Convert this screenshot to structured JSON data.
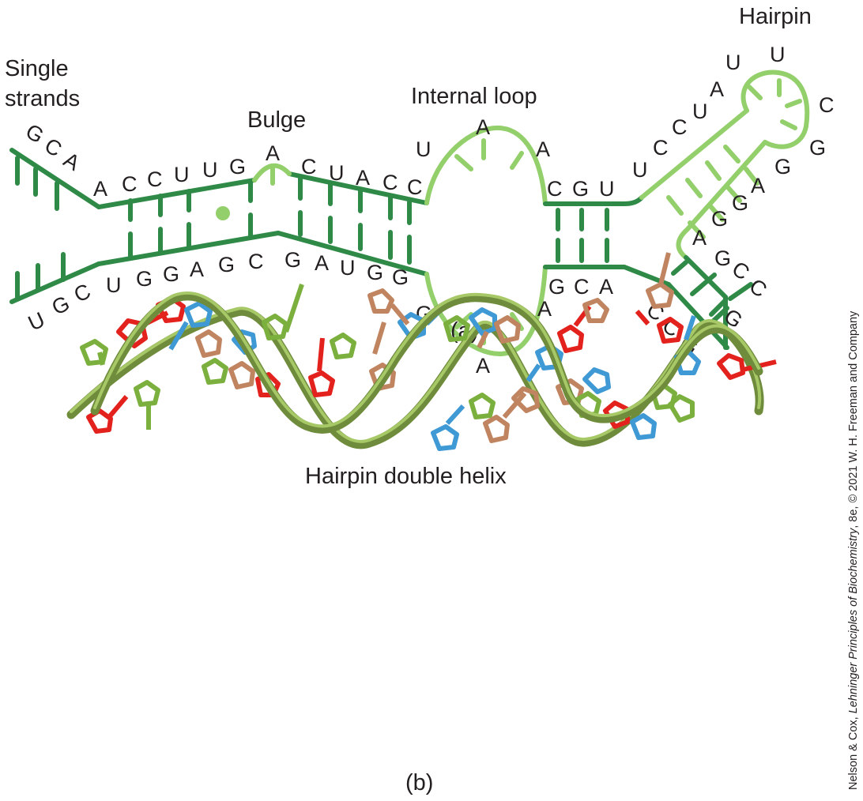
{
  "colors": {
    "paired_strand": "#2f8a47",
    "unpaired_region": "#93cf6b",
    "text": "#231f20",
    "backbone": "#86a84e",
    "base_red": "#e3221e",
    "base_blue": "#3f99d4",
    "base_tan": "#c08560",
    "base_green": "#7bb03e"
  },
  "panel_a": {
    "label": "(a)",
    "region_labels": {
      "single_strands_1": "Single",
      "single_strands_2": "strands",
      "bulge": "Bulge",
      "internal_loop": "Internal loop",
      "hairpin": "Hairpin"
    },
    "top_strand": [
      "G",
      "C",
      "A",
      "A",
      "C",
      "C",
      "U",
      "U",
      "G",
      "A",
      "C",
      "U",
      "A",
      "C",
      "C",
      "U",
      "A",
      "A",
      "C",
      "G",
      "U",
      "U",
      "C",
      "C",
      "U",
      "A",
      "U",
      "U"
    ],
    "hairpin_right": [
      "C",
      "G",
      "G",
      "A",
      "G",
      "G",
      "A"
    ],
    "bottom_strand_3prime_tail": [
      "C",
      "C",
      "G",
      "G"
    ],
    "bottom_strand_middle": [
      "G",
      "C",
      "A",
      "A",
      "A",
      "G",
      "G",
      "G",
      "U",
      "A",
      "G",
      "C",
      "G",
      "A",
      "G",
      "G",
      "U",
      "C",
      "G",
      "U"
    ],
    "lower_right_pair": [
      "G",
      "C",
      "C"
    ]
  },
  "panel_b": {
    "label": "(b)",
    "caption": "Hairpin double helix"
  },
  "credit": {
    "prefix": "Nelson & Cox, ",
    "title": "Lehninger Principles of Biochemistry",
    "suffix": ", 8e, © 2021 W. H. Freeman and Company"
  }
}
